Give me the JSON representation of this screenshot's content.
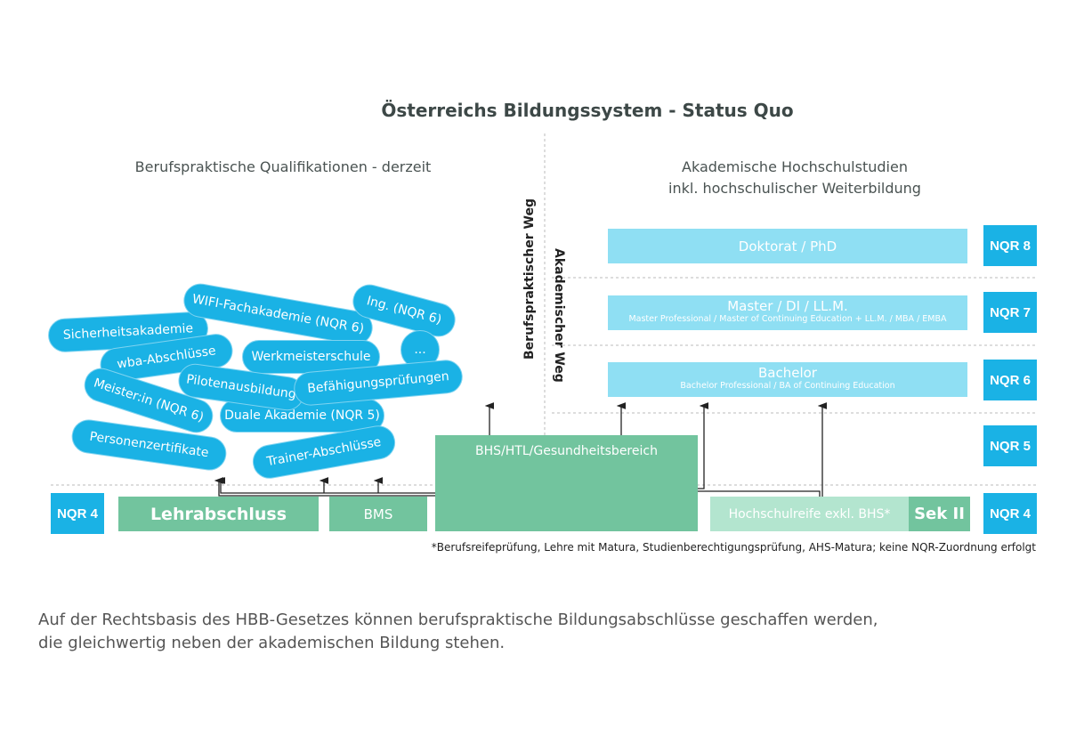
{
  "title": "Österreichs Bildungssystem - Status Quo",
  "left_heading": "Berufspraktische Qualifikationen - derzeit",
  "right_heading": [
    "Akademische Hochschulstudien",
    "inkl. hochschulischer Weiterbildung"
  ],
  "vertical_labels": {
    "berufspraktisch": "Berufspraktischer Weg",
    "akademisch": "Akademischer Weg"
  },
  "nqr_levels": [
    "NQR 8",
    "NQR 7",
    "NQR 6",
    "NQR 5",
    "NQR 4"
  ],
  "left_nqr": "NQR 4",
  "academic": [
    {
      "main": "Doktorat / PhD",
      "sub": ""
    },
    {
      "main": "Master / DI / LL.M.",
      "sub": "Master Professional / Master of Continuing Education + LL.M. / MBA / EMBA"
    },
    {
      "main": "Bachelor",
      "sub": "Bachelor Professional / BA of Continuing Education"
    }
  ],
  "pills": [
    "Sicherheitsakademie",
    "WIFI-Fachakademie (NQR 6)",
    "Ing. (NQR 6)",
    "wba-Abschlüsse",
    "Werkmeisterschule",
    "...",
    "Pilotenausbildung",
    "Befähigungsprüfungen",
    "Meister:in (NQR 6)",
    "Duale Akademie (NQR 5)",
    "Personenzertifikate",
    "Trainer-Abschlüsse"
  ],
  "base": {
    "lehr": "Lehrabschluss",
    "bms": "BMS",
    "bhs": "BHS/HTL/Gesundheitsbereich",
    "hsr": "Hochschulreife exkl. BHS*",
    "sek": "Sek II"
  },
  "footnote": "*Berufsreifeprüfung, Lehre mit Matura, Studienberechtigungsprüfung, AHS-Matura; keine NQR-Zuordnung erfolgt",
  "caption": [
    "Auf der Rechtsbasis des HBB-Gesetzes können berufspraktische Bildungsabschlüsse geschaffen werden,",
    "die gleichwertig neben der akademischen Bildung stehen."
  ],
  "colors": {
    "blue": "#1ab2e5",
    "light_blue": "#8fdff3",
    "green": "#72c49e",
    "light_green": "#b3e5cf"
  }
}
